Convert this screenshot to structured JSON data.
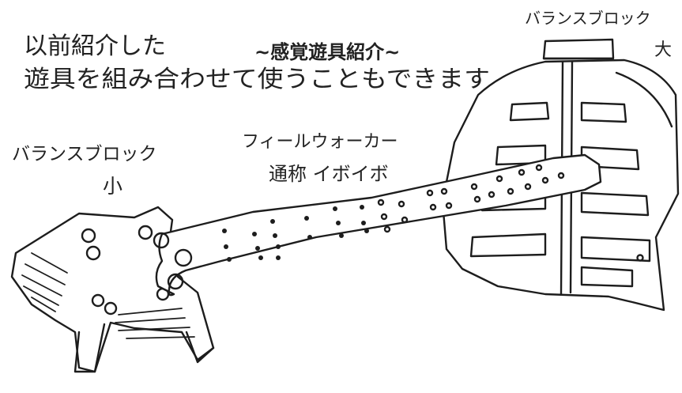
{
  "title": "~感覚遊具紹介~",
  "intro": {
    "line1": "以前紹介した",
    "line2": "遊具を組み合わせて使うこともできます"
  },
  "labels": {
    "balance_block_small_name": "バランスブロック",
    "balance_block_small_size": "小",
    "balance_block_large_name": "バランスブロック",
    "balance_block_large_size": "大",
    "feel_walker_name": "フィールウォーカー",
    "feel_walker_nickname": "通称 イボイボ"
  },
  "colors": {
    "ink": "#1d1d1d",
    "paper": "#ffffff"
  }
}
